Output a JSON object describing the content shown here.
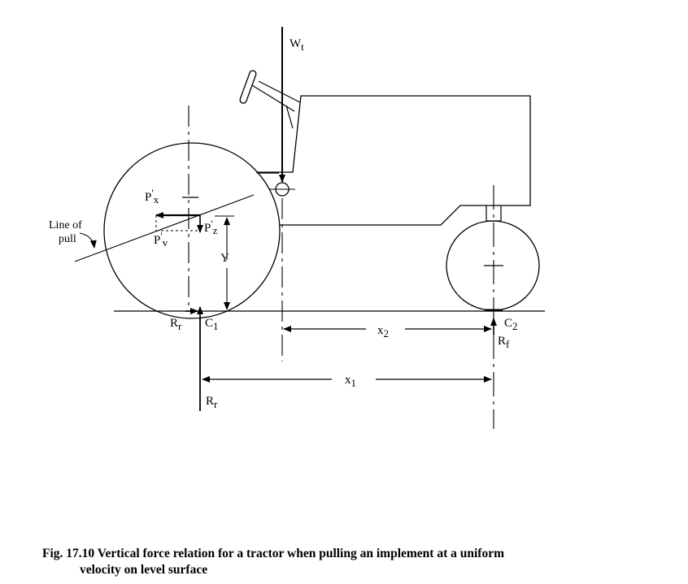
{
  "diagram": {
    "wt": "W",
    "wt_sub": "t",
    "px": "P",
    "px_sub": "x",
    "pz": "P",
    "pz_sub": "z",
    "pv": "P",
    "pv_sub": "v",
    "prime": "'",
    "y": "Y",
    "line_of_pull_1": "Line of",
    "line_of_pull_2": "pull",
    "rr_left": "R",
    "rr_left_sub": "r",
    "c1": "C",
    "c1_sub": "1",
    "x2": "x",
    "x2_sub": "2",
    "c2": "C",
    "c2_sub": "2",
    "rf": "R",
    "rf_sub": "f",
    "x1": "x",
    "x1_sub": "1",
    "rr_bottom": "R",
    "rr_bottom_sub": "r"
  },
  "caption": {
    "line1": "Fig. 17.10 Vertical force relation for a tractor when pulling an implement at a uniform",
    "line2": "velocity on level surface"
  }
}
